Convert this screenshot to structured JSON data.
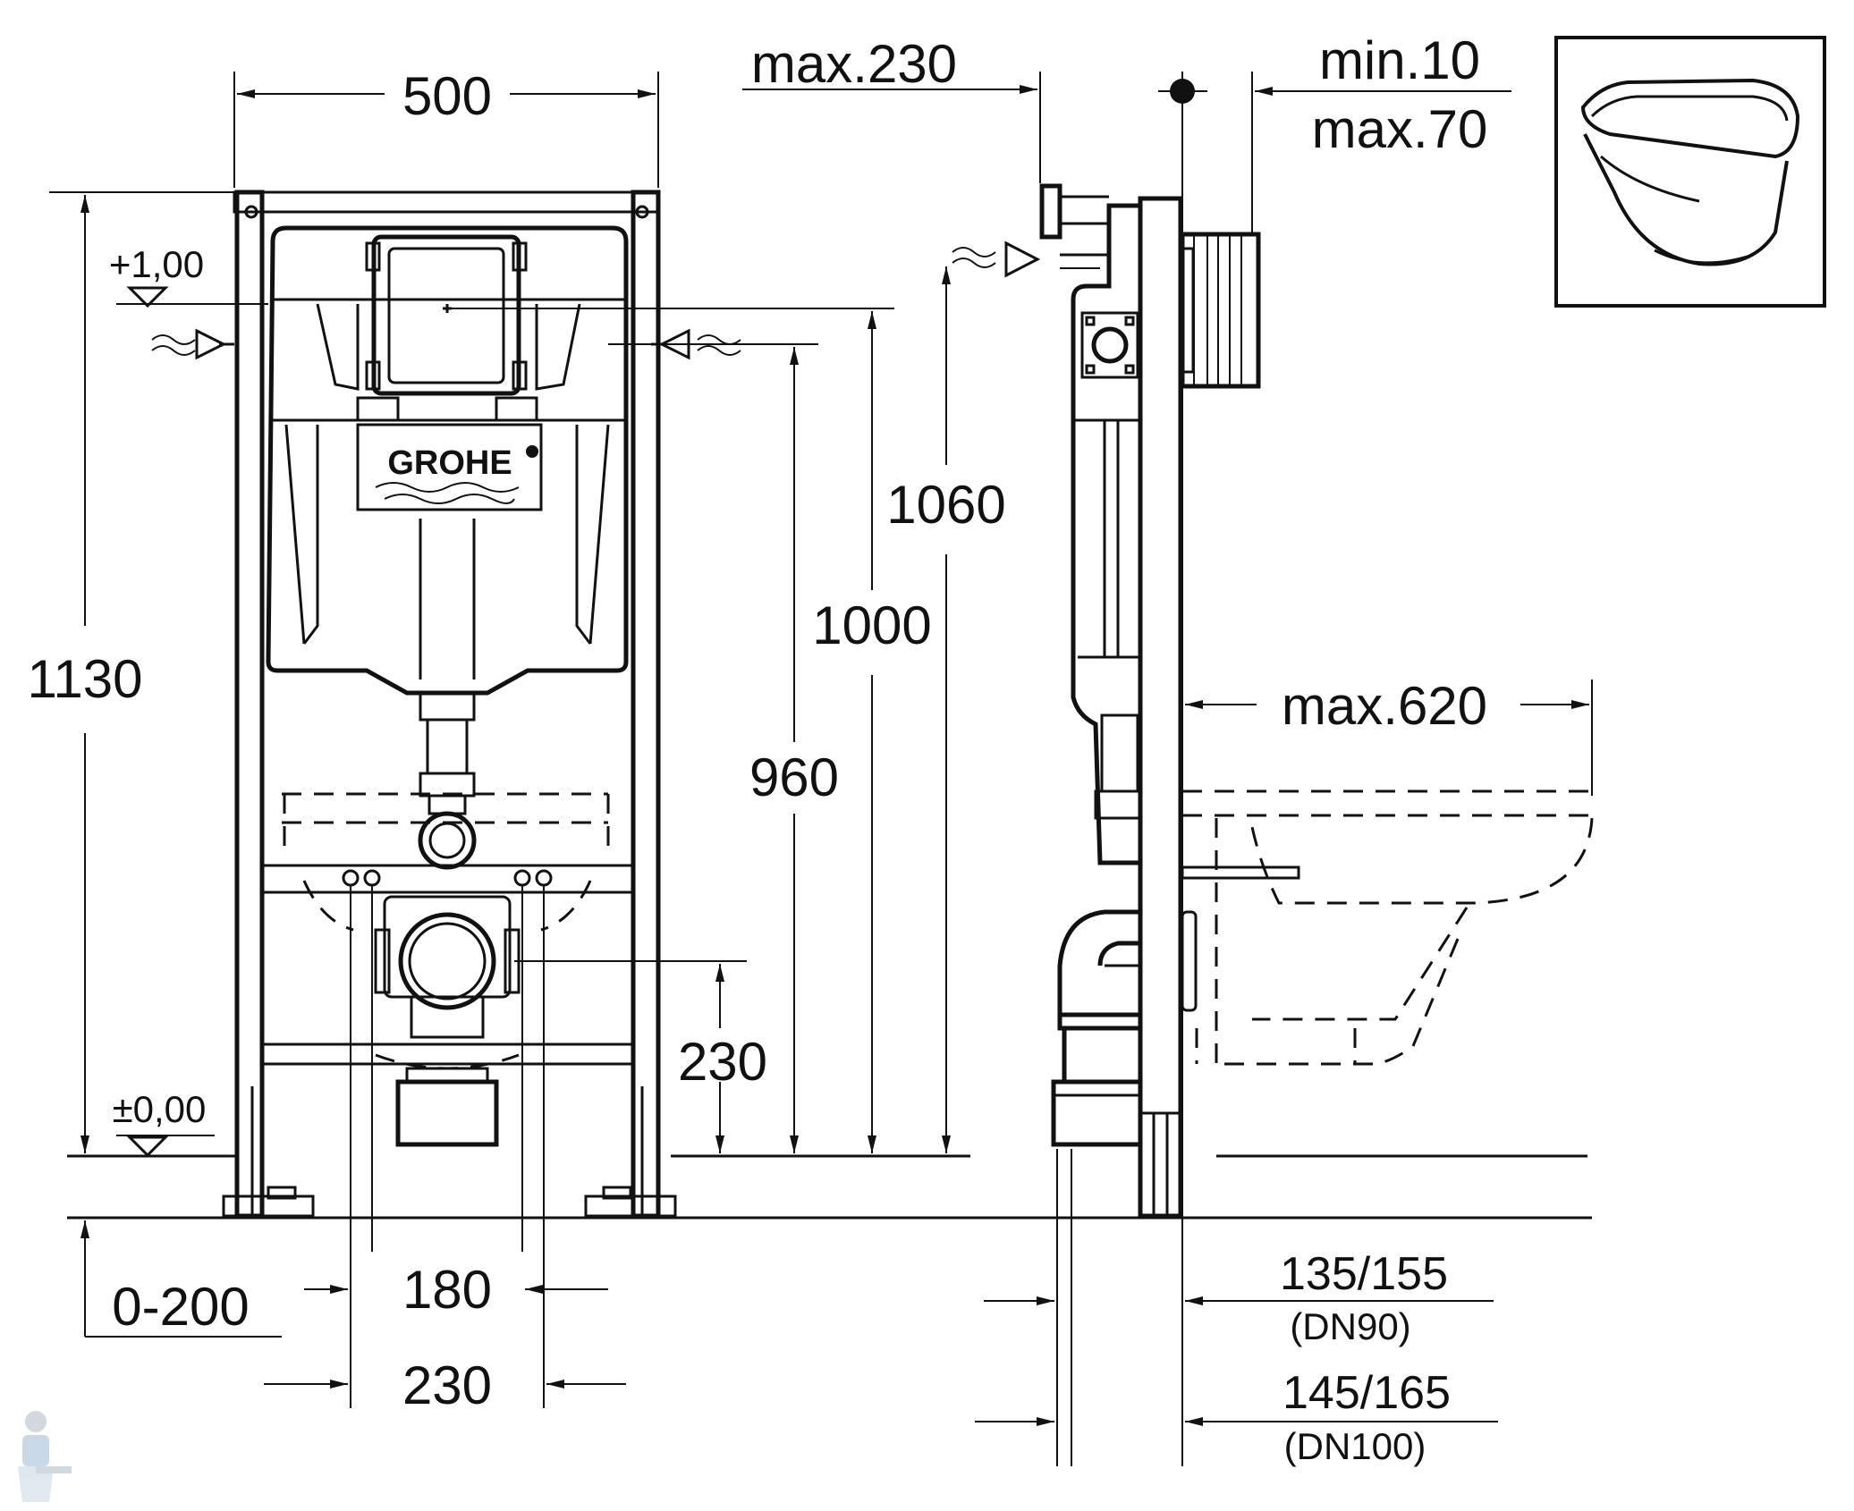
{
  "brand": "GROHE",
  "dimensions": {
    "width_500": "500",
    "height_1130": "1130",
    "level_plus": "+1,00",
    "level_zero": "±0,00",
    "h_1060": "1060",
    "h_1000": "1000",
    "h_960": "960",
    "h_230": "230",
    "w_0_200": "0-200",
    "w_180": "180",
    "w_230": "230",
    "max_230": "max.230",
    "min_10": "min.10",
    "max_70": "max.70",
    "max_620": "max.620",
    "d_135_155": "135/155",
    "dn90": "(DN90)",
    "d_145_165": "145/165",
    "dn100": "(DN100)"
  },
  "colors": {
    "line": "#111111",
    "background": "#ffffff"
  },
  "icons": [
    "wall-hung-toilet-icon",
    "plumber-logo-icon"
  ]
}
